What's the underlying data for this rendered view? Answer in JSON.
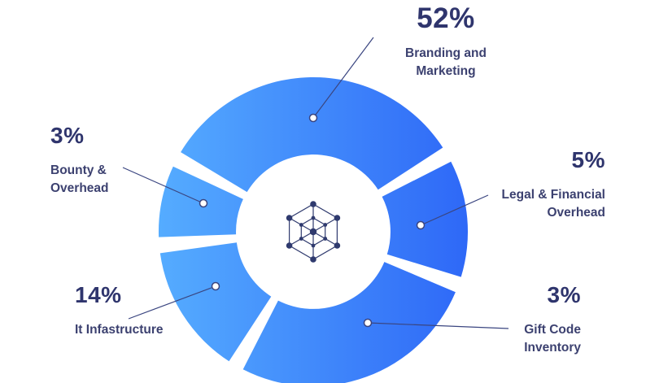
{
  "chart_data": {
    "type": "pie",
    "variant": "donut",
    "title": "",
    "unit": "%",
    "legend_position": "callouts",
    "center_icon": "network-cube-icon",
    "colors": {
      "gradient_start": "#55ACFF",
      "gradient_end": "#2E68F7",
      "label_text": "#343A6E",
      "leader_line": "#3A4580",
      "icon": "#2F3A6E"
    },
    "segments": [
      {
        "id": "branding",
        "label": "Branding and Marketing",
        "value": 52,
        "start_angle": 301,
        "end_angle": 417
      },
      {
        "id": "legal",
        "label": "Legal & Financial Overhead",
        "value": 5,
        "start_angle": 63,
        "end_angle": 107
      },
      {
        "id": "gift",
        "label": "Gift Code Inventory",
        "value": 3,
        "start_angle": 113,
        "end_angle": 207
      },
      {
        "id": "it",
        "label": "It Infastructure",
        "value": 14,
        "start_angle": 213,
        "end_angle": 262
      },
      {
        "id": "bounty",
        "label": "Bounty & Overhead",
        "value": 3,
        "start_angle": 268,
        "end_angle": 295
      }
    ]
  },
  "callouts": {
    "branding": {
      "percent": "52%",
      "line1": "Branding and",
      "line2": "Marketing"
    },
    "bounty": {
      "percent": "3%",
      "line1": "Bounty &",
      "line2": "Overhead"
    },
    "legal": {
      "percent": "5%",
      "line1": "Legal & Financial",
      "line2": "Overhead"
    },
    "it": {
      "percent": "14%",
      "line1": "It Infastructure"
    },
    "gift": {
      "percent": "3%",
      "line1": "Gift Code",
      "line2": "Inventory"
    }
  }
}
